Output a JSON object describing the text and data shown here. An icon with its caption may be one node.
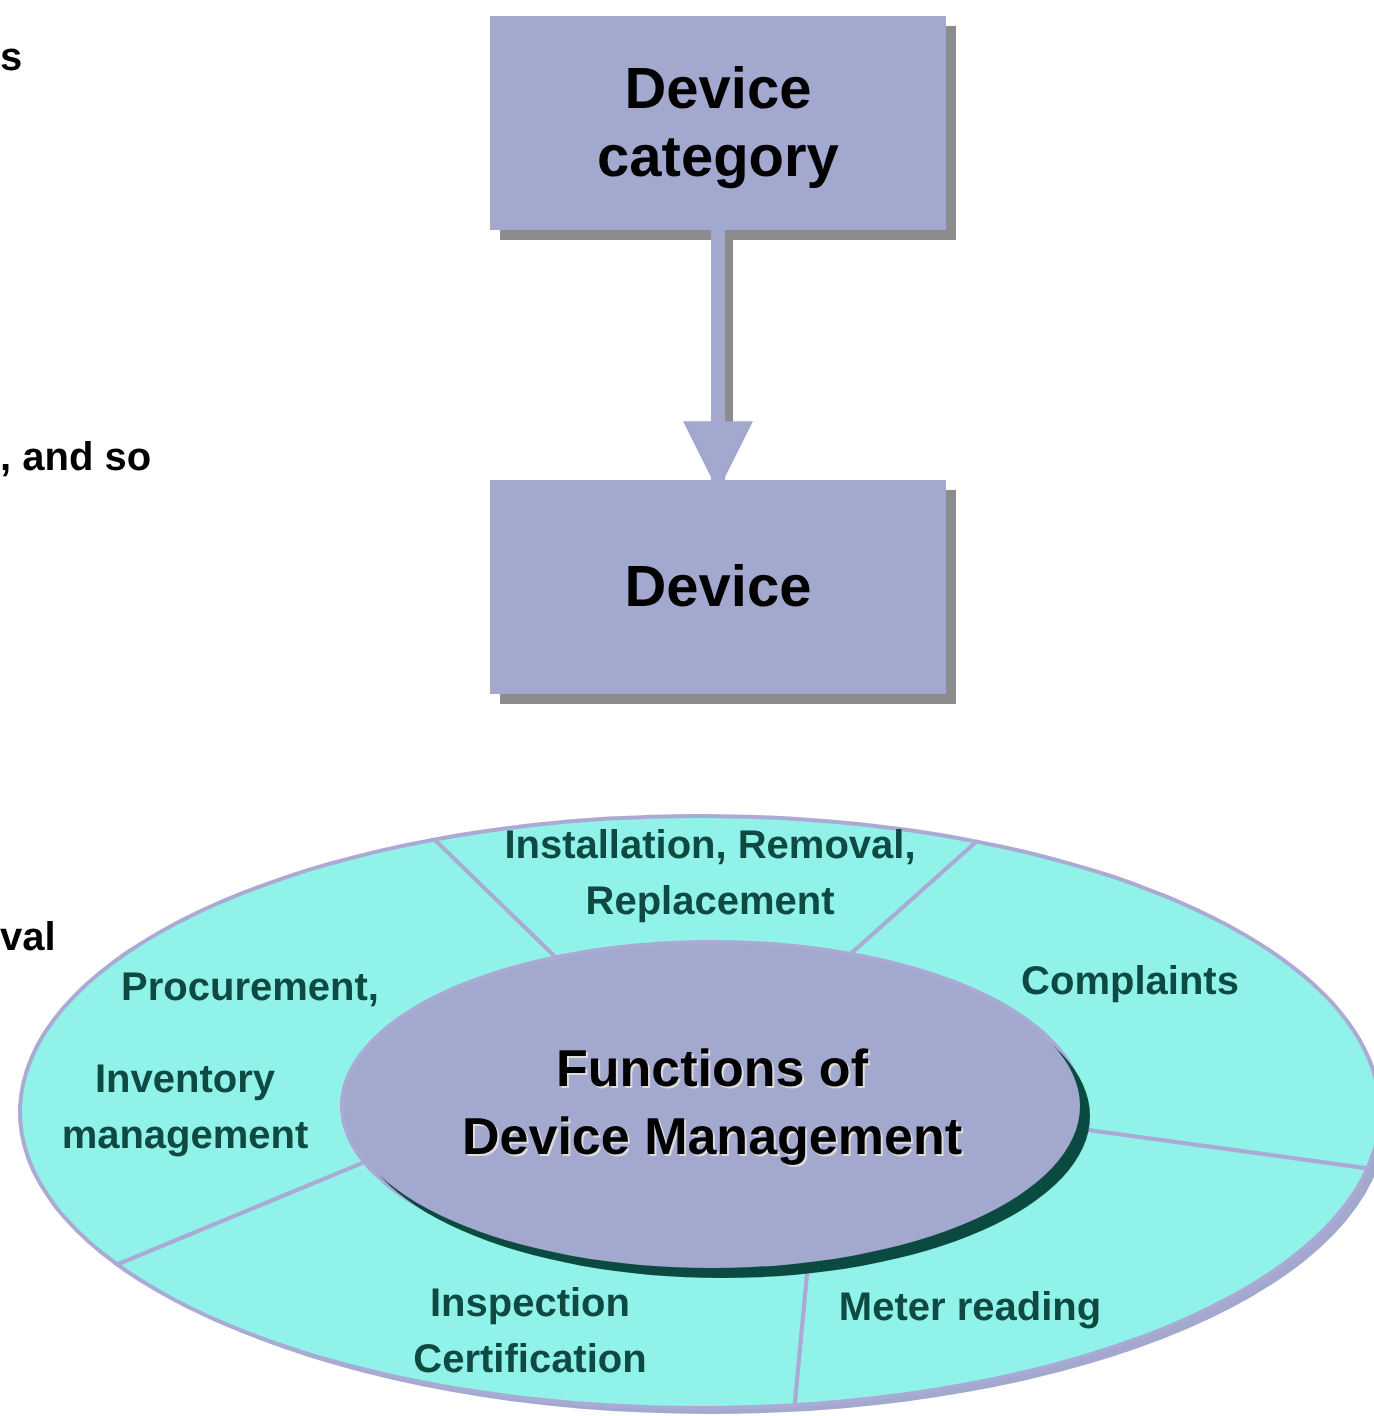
{
  "diagram": {
    "nodes": [
      {
        "text": [
          "Device category"
        ]
      },
      {
        "text": [
          "Device"
        ]
      },
      {
        "text": [
          "Installation, Removal, Replacement"
        ]
      },
      {
        "text": [
          "Complaints"
        ]
      },
      {
        "text": [
          "Meter reading"
        ]
      },
      {
        "text": [
          "Inspection Certification"
        ]
      },
      {
        "text": [
          "Procurement,",
          "Inventory management"
        ]
      },
      {
        "text": [
          "Functions of Device Management"
        ]
      }
    ],
    "edges": [
      {
        "from": 0,
        "to": 1,
        "arrow": "to"
      }
    ],
    "labels": [
      "s",
      ", and so",
      "val"
    ]
  }
}
